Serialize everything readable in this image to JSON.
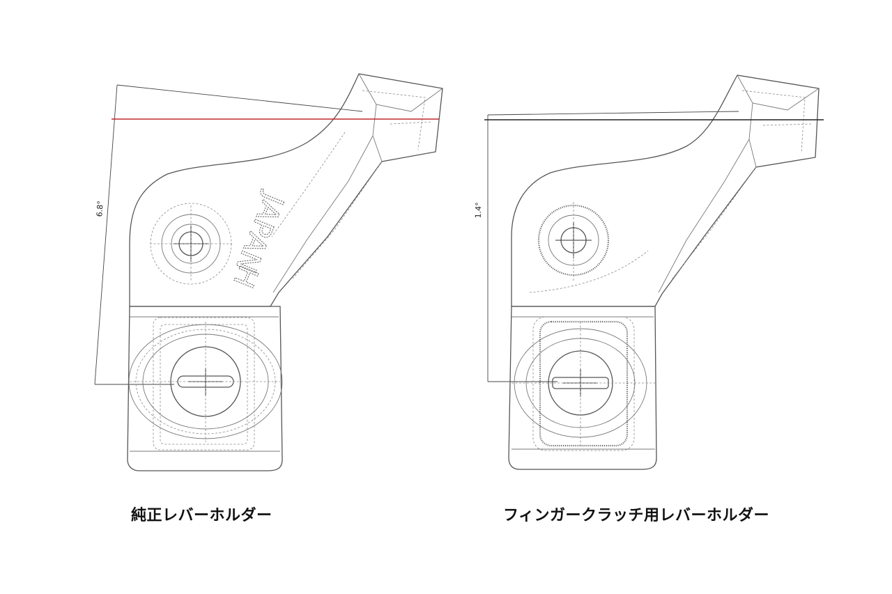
{
  "drawings": [
    {
      "id": "left",
      "caption": "純正レバーホルダー",
      "angle_label": "6.8°",
      "stamp_text": "JAPAN",
      "stamp_mark": "H"
    },
    {
      "id": "right",
      "caption": "フィンガークラッチ用レバーホルダー",
      "angle_label": "1.4°"
    }
  ],
  "colors": {
    "reference_line": "#c0282c",
    "line": "#555555"
  }
}
